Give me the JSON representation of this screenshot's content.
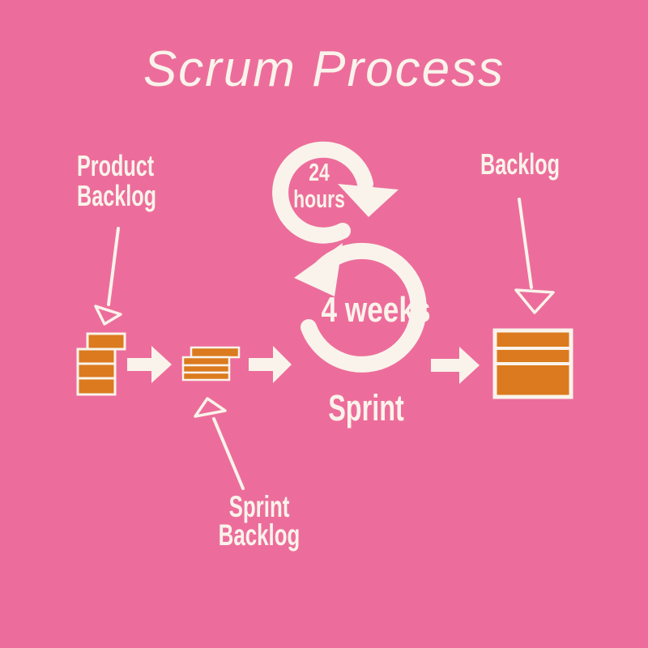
{
  "title": "Scrum Process",
  "colors": {
    "background": "#EC6D9B",
    "orange": "#DB7A1E",
    "ink": "#FAF3EB"
  },
  "labels": {
    "product_backlog": {
      "line1": "Product",
      "line2": "Backlog"
    },
    "sprint_backlog": {
      "line1": "Sprint",
      "line2": "Backlog"
    },
    "backlog": "Backlog",
    "sprint": "Sprint",
    "daily_cycle": {
      "value": "24",
      "unit": "hours"
    },
    "sprint_cycle": "4 weeks"
  },
  "flow": {
    "steps": [
      "Product Backlog",
      "Sprint Backlog",
      "Sprint (4 weeks, 24 hours daily cycle)",
      "Backlog"
    ]
  }
}
